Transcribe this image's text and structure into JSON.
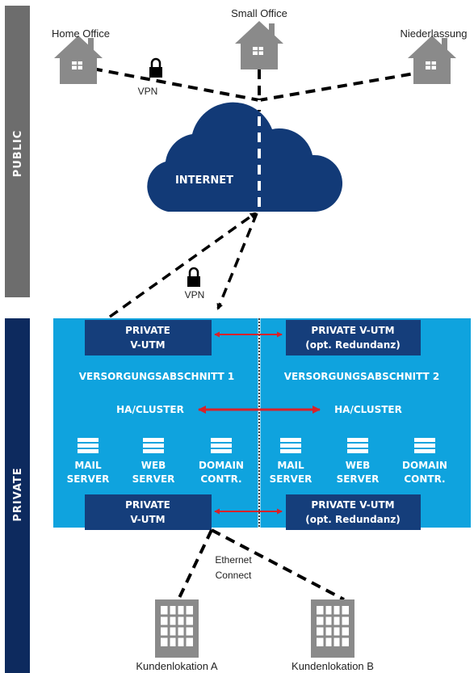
{
  "sections": {
    "public": "PUBLIC",
    "private": "PRIVATE"
  },
  "sites": {
    "home_office": "Home Office",
    "small_office": "Small Office",
    "branch": "Niederlassung"
  },
  "vpn": {
    "top": "VPN",
    "middle": "VPN"
  },
  "cloud": {
    "label": "INTERNET"
  },
  "zones": {
    "left": {
      "utm_top": [
        "PRIVATE",
        "V-UTM"
      ],
      "title": "VERSORGUNGSABSCHNITT 1",
      "ha": "HA/CLUSTER",
      "servers": [
        {
          "line1": "MAIL",
          "line2": "SERVER"
        },
        {
          "line1": "WEB",
          "line2": "SERVER"
        },
        {
          "line1": "DOMAIN",
          "line2": "CONTR."
        }
      ],
      "utm_bottom": [
        "PRIVATE",
        "V-UTM"
      ]
    },
    "right": {
      "utm_top": [
        "PRIVATE V-UTM",
        "(opt. Redundanz)"
      ],
      "title": "VERSORGUNGSABSCHNITT 2",
      "ha": "HA/CLUSTER",
      "servers": [
        {
          "line1": "MAIL",
          "line2": "SERVER"
        },
        {
          "line1": "WEB",
          "line2": "SERVER"
        },
        {
          "line1": "DOMAIN",
          "line2": "CONTR."
        }
      ],
      "utm_bottom": [
        "PRIVATE V-UTM",
        "(opt. Redundanz)"
      ]
    }
  },
  "ethernet": [
    "Ethernet",
    "Connect"
  ],
  "customers": {
    "a": "Kundenlokation A",
    "b": "Kundenlokation B"
  },
  "colors": {
    "bar_gray": "#6d6d6d",
    "bar_navy": "#0d2a5e",
    "cloud": "#123a77",
    "zone_bg": "#0fa3de",
    "box": "#153e7b",
    "house": "#8a8a8a",
    "arrow_red": "#d8222a"
  },
  "icons": [
    "house-icon",
    "lock-icon",
    "cloud-icon",
    "server-icon",
    "building-icon"
  ]
}
